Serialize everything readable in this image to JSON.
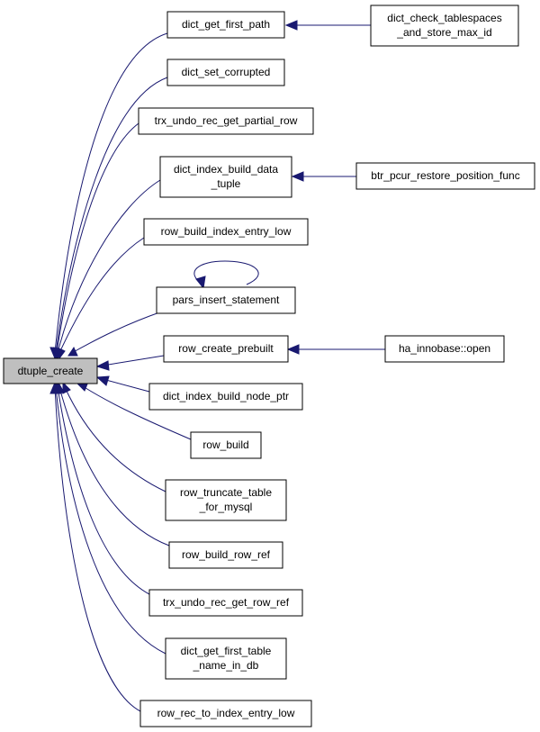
{
  "nodes": {
    "dtuple_create": "dtuple_create",
    "dict_get_first_path": "dict_get_first_path",
    "dict_check_tablespaces_and_store_max_id": [
      "dict_check_tablespaces",
      "_and_store_max_id"
    ],
    "dict_set_corrupted": "dict_set_corrupted",
    "trx_undo_rec_get_partial_row": "trx_undo_rec_get_partial_row",
    "dict_index_build_data_tuple": [
      "dict_index_build_data",
      "_tuple"
    ],
    "btr_pcur_restore_position_func": "btr_pcur_restore_position_func",
    "row_build_index_entry_low": "row_build_index_entry_low",
    "pars_insert_statement": "pars_insert_statement",
    "row_create_prebuilt": "row_create_prebuilt",
    "ha_innobase_open": "ha_innobase::open",
    "dict_index_build_node_ptr": "dict_index_build_node_ptr",
    "row_build": "row_build",
    "row_truncate_table_for_mysql": [
      "row_truncate_table",
      "_for_mysql"
    ],
    "row_build_row_ref": "row_build_row_ref",
    "trx_undo_rec_get_row_ref": "trx_undo_rec_get_row_ref",
    "dict_get_first_table_name_in_db": [
      "dict_get_first_table",
      "_name_in_db"
    ],
    "row_rec_to_index_entry_low": "row_rec_to_index_entry_low"
  }
}
